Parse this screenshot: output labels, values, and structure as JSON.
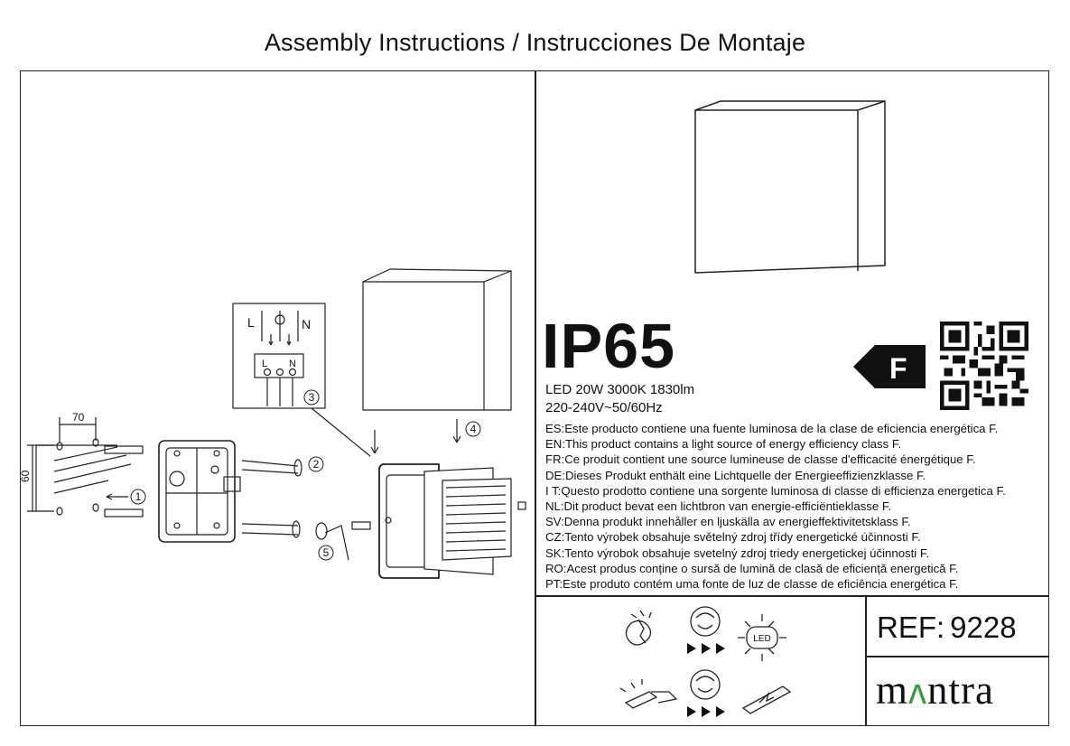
{
  "title": "Assembly Instructions / Instrucciones De Montaje",
  "ip_rating": "IP65",
  "specs": {
    "line1": "LED 20W 3000K 1830lm",
    "line2": "220-240V~50/60Hz"
  },
  "energy_class": "F",
  "languages": [
    "ES:Este producto contiene una fuente luminosa de la clase de eficiencia energética F.",
    "EN:This product contains a light source of energy efficiency class F.",
    "FR:Ce produit contient une source lumineuse de classe d'efficacité énergétique F.",
    "DE:Dieses Produkt enthält eine Lichtquelle der Energieeffizienzklasse F.",
    "I T:Questo prodotto contiene una sorgente luminosa di classe di efficienza energetica F.",
    "NL:Dit product bevat een lichtbron van energie-efficiëntieklasse F.",
    "SV:Denna produkt innehåller en ljuskälla av energieffektivitetsklass F.",
    "CZ:Tento výrobek obsahuje světelný zdroj třídy energetické účinnosti F.",
    "SK:Tento výrobok obsahuje svetelný zdroj triedy energetickej účinnosti F.",
    "RO:Acest produs conține o sursă de lumină de clasă de eficiență energetică F.",
    "PT:Este produto contém uma fonte de luz de classe de eficiência energética F."
  ],
  "ref_label": "REF:",
  "ref_number": "9228",
  "brand": {
    "part1": "m",
    "caret": "ʌ",
    "part2": "ntra",
    "accent_color": "#3a9b3a"
  },
  "diagram": {
    "dim_horizontal": "70",
    "dim_vertical": "60",
    "wire_labels": {
      "live": "L",
      "neutral": "N"
    },
    "terminal_labels": {
      "live": "L",
      "neutral": "N"
    },
    "steps": [
      "1",
      "2",
      "3",
      "4",
      "5"
    ]
  },
  "icons": {
    "led": "LED"
  }
}
